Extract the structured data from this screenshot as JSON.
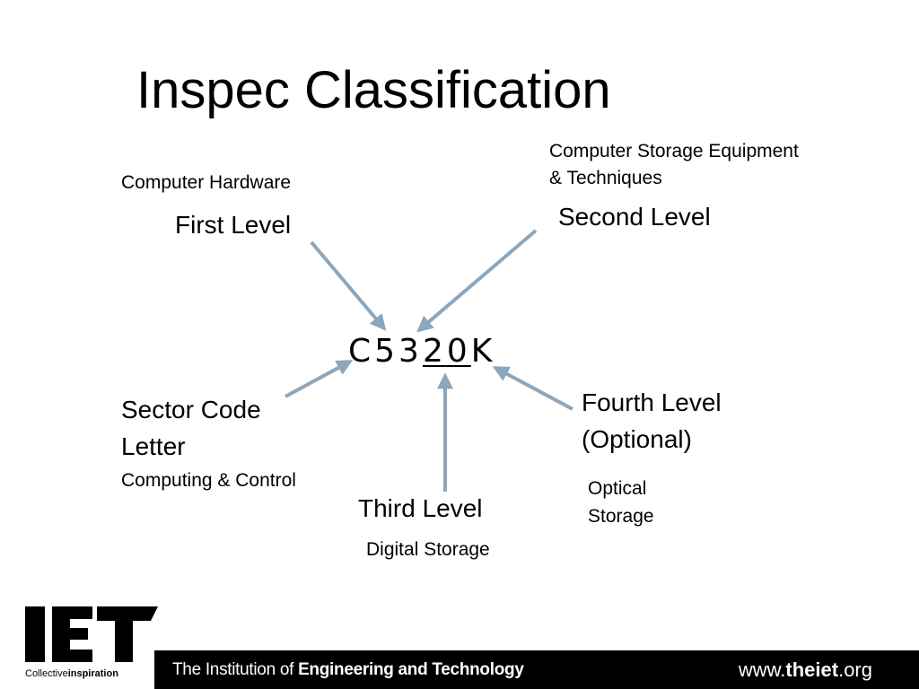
{
  "title": "Inspec Classification",
  "code": {
    "chars": [
      {
        "text": "C",
        "underlined": false
      },
      {
        "text": "5",
        "underlined": false
      },
      {
        "text": "3",
        "underlined": false
      },
      {
        "text": "2",
        "underlined": true
      },
      {
        "text": "0",
        "underlined": true
      },
      {
        "text": "K",
        "underlined": false
      }
    ]
  },
  "levels": {
    "first": {
      "label": "First Level",
      "description": "Computer Hardware"
    },
    "second": {
      "label": "Second Level",
      "description_line1": "Computer Storage Equipment",
      "description_line2": "& Techniques"
    },
    "sector": {
      "label_line1": "Sector Code",
      "label_line2": "Letter",
      "description": "Computing & Control"
    },
    "third": {
      "label": "Third Level",
      "description": "Digital Storage"
    },
    "fourth": {
      "label_line1": "Fourth Level",
      "label_line2": "(Optional)",
      "description_line1": "Optical",
      "description_line2": "Storage"
    }
  },
  "colors": {
    "arrow": "#8ca6bb",
    "text": "#000000",
    "footer_bg": "#000000"
  },
  "footer": {
    "logo_text": "IET",
    "tagline_plain": "Collective",
    "tagline_bold": "inspiration",
    "institution_plain": "The Institution of",
    "institution_bold": "Engineering and Technology",
    "url_prefix": "www.",
    "url_bold": "theiet",
    "url_suffix": ".org"
  }
}
